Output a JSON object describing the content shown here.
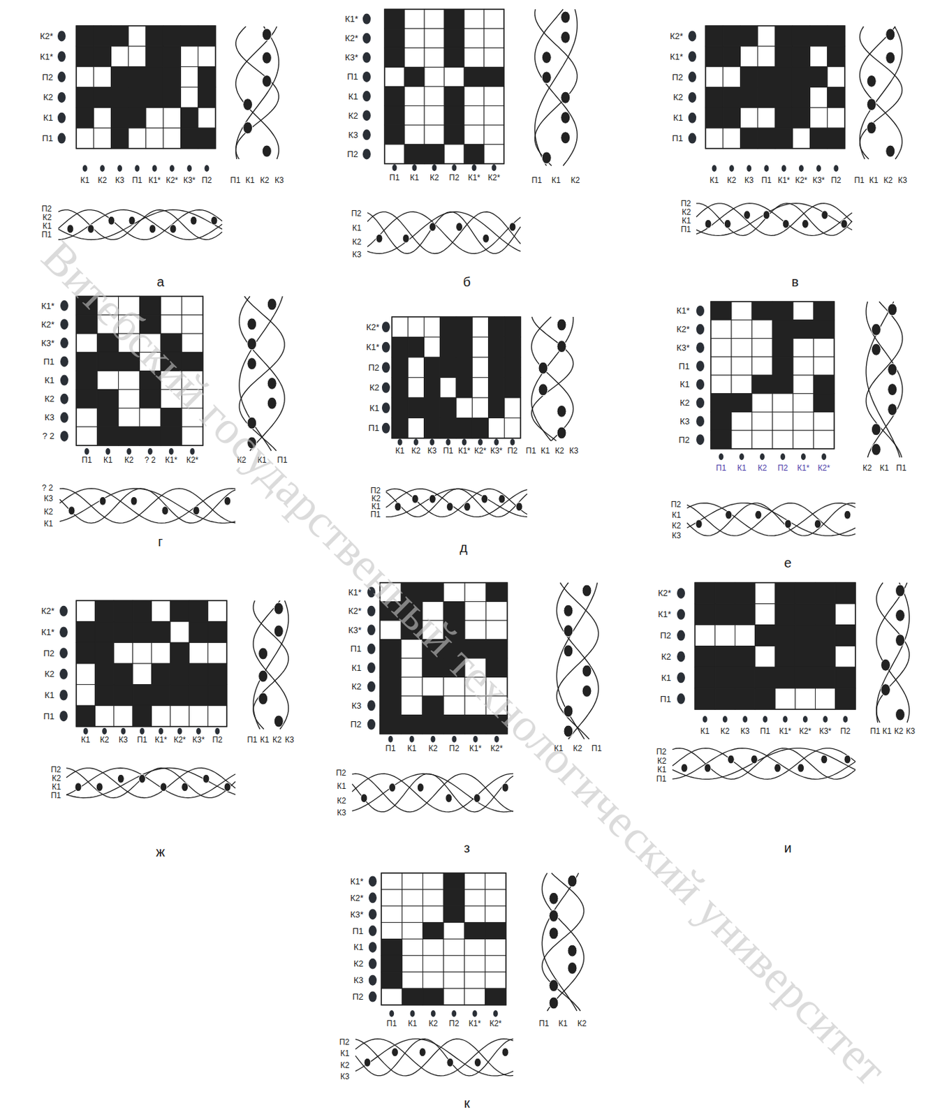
{
  "diagram": {
    "labels": [
      "К2*",
      "К1*",
      "П2",
      "К2",
      "К1",
      "П1",
      "К1",
      "К2",
      "К3",
      "П1",
      "К1*",
      "К2*",
      "К3*",
      "П2",
      "П1",
      "К1",
      "К2",
      "К3",
      "П2",
      "К2",
      "К1",
      "П1",
      "а",
      "К1*",
      "К2*",
      "К3*",
      "П1",
      "К1",
      "К2",
      "К3",
      "П2",
      "П1",
      "К1",
      "К2",
      "П2",
      "К1*",
      "К2*",
      "П1",
      "К1",
      "К2",
      "П2",
      "К1",
      "К2",
      "К3",
      "б",
      "К2*",
      "К1*",
      "П2",
      "К2",
      "К1",
      "П1",
      "К1",
      "К2",
      "К3",
      "П1",
      "К1*",
      "К2*",
      "К3*",
      "П2",
      "П1",
      "К1",
      "К2",
      "К3",
      "П2",
      "К2",
      "К1",
      "П1",
      "в",
      "К1*",
      "К2*",
      "К3*",
      "П1",
      "К1",
      "К2",
      "К3",
      "? 2",
      "П1",
      "К1",
      "К2",
      "? 2",
      "К1*",
      "К2*",
      "К2",
      "К1",
      "П1",
      "? 2",
      "К3",
      "К2",
      "К1",
      "г",
      "К2*",
      "К1*",
      "П2",
      "К2",
      "К1",
      "П1",
      "К1",
      "К2",
      "К3",
      "П1",
      "К1*",
      "К2*",
      "К3*",
      "П2",
      "П1",
      "К1",
      "К2",
      "К3",
      "П2",
      "К2",
      "К1",
      "П1",
      "д",
      "К1*",
      "К2*",
      "К3*",
      "П1",
      "К1",
      "К2",
      "К3",
      "П2",
      "П1",
      "К1",
      "К2",
      "П2",
      "К1*",
      "К2*",
      "К2",
      "К1",
      "П1",
      "П2",
      "К1",
      "К2",
      "К3",
      "е",
      "К2*",
      "К1*",
      "П2",
      "К2",
      "К1",
      "П1",
      "К1",
      "К2",
      "К3",
      "П1",
      "К1*",
      "К2*",
      "К3*",
      "П2",
      "П1",
      "К1",
      "К2",
      "К3",
      "П2",
      "К2",
      "К1",
      "П1",
      "ж",
      "К1*",
      "К2*",
      "К3*",
      "П1",
      "К1",
      "К2",
      "К3",
      "П2",
      "П1",
      "К1",
      "К2",
      "П2",
      "К1*",
      "К2*",
      "К1",
      "К2",
      "П1",
      "П2",
      "К1",
      "К2",
      "К3",
      "з",
      "К2*",
      "К1*",
      "П2",
      "К2",
      "К1",
      "П1",
      "К1",
      "К2",
      "К3",
      "П1",
      "К1*",
      "К2*",
      "К3*",
      "П2",
      "П1",
      "К1",
      "К2",
      "К3",
      "П2",
      "К2",
      "К1",
      "П1",
      "и",
      "К1*",
      "К2*",
      "К3*",
      "П1",
      "К1",
      "К2",
      "К3",
      "П2",
      "П1",
      "К1",
      "К2",
      "П2",
      "К1*",
      "К2*",
      "П1",
      "К1",
      "К2",
      "П2",
      "К1",
      "К2",
      "К3",
      "к",
      "Витебский государственный технологический университет"
    ]
  }
}
